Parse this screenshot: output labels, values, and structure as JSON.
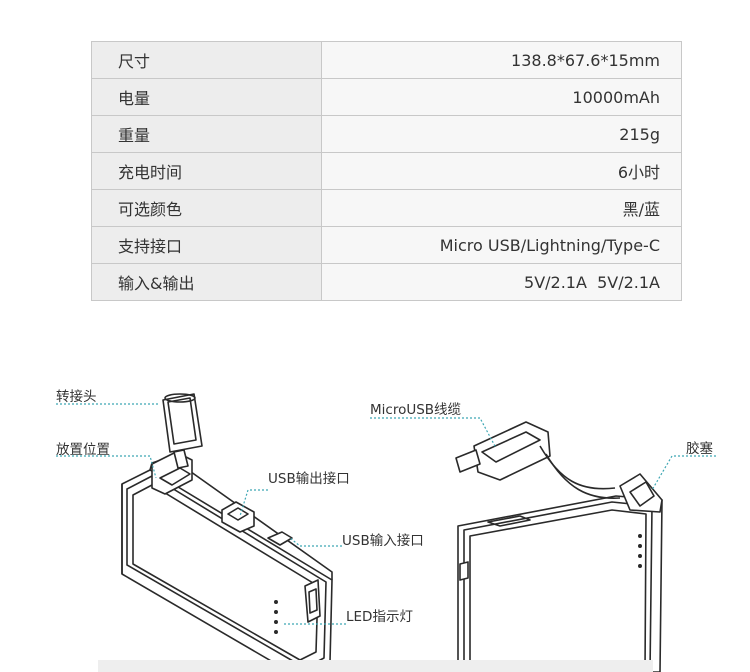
{
  "specs": [
    {
      "label": "尺寸",
      "value": "138.8*67.6*15mm"
    },
    {
      "label": "电量",
      "value": "10000mAh"
    },
    {
      "label": "重量",
      "value": "215g"
    },
    {
      "label": "充电时间",
      "value": "6小时"
    },
    {
      "label": "可选颜色",
      "value": "黑/蓝"
    },
    {
      "label": "支持接口",
      "value": "Micro USB/Lightning/Type-C"
    },
    {
      "label": "输入&输出",
      "value": "5V/2.1A  5V/2.1A"
    }
  ],
  "diagram": {
    "adapter": "转接头",
    "storage": "放置位置",
    "usb_out": "USB输出接口",
    "usb_in": "USB输入接口",
    "led": "LED指示灯",
    "micro_cable": "MicroUSB线缆",
    "rubber_plug": "胶塞"
  },
  "colors": {
    "callout": "#3fa7b4",
    "outline": "#2a2a2a"
  }
}
